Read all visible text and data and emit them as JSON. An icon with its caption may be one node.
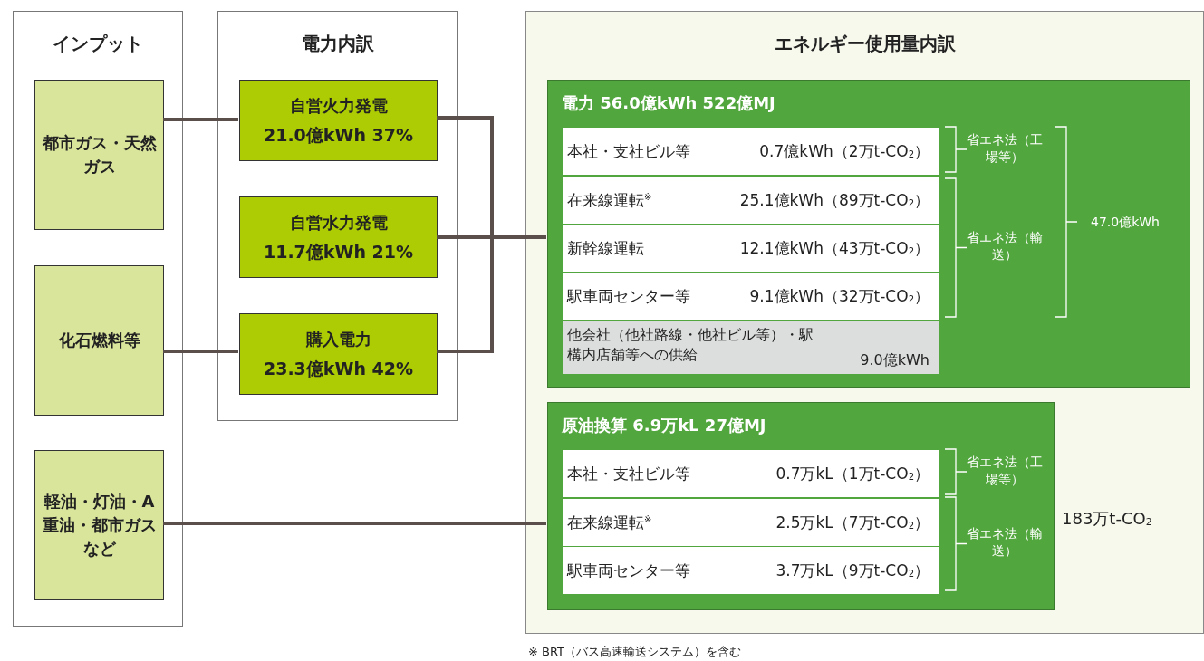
{
  "diagram": {
    "nodes": [
      {
        "text": [
          "インプット"
        ]
      },
      {
        "text": [
          "都市ガス・天然ガス"
        ],
        "in": 0
      },
      {
        "text": [
          "化石燃料等"
        ],
        "in": 0
      },
      {
        "text": [
          "軽油・灯油・A重油・都市ガスなど"
        ],
        "in": 0
      },
      {
        "text": [
          "電力内訳"
        ]
      },
      {
        "text": [
          "自営火力発電",
          "21.0億kWh 37%"
        ],
        "in": 4
      },
      {
        "text": [
          "自営水力発電",
          "11.7億kWh 21%"
        ],
        "in": 4
      },
      {
        "text": [
          "購入電力",
          "23.3億kWh 42%"
        ],
        "in": 4
      },
      {
        "text": [
          "エネルギー使用量内訳"
        ]
      },
      {
        "text": [
          "電力 56.0億kWh 522億MJ"
        ],
        "in": 8
      },
      {
        "text": [
          "本社・支社ビル等",
          "0.7億kWh（2万t-CO$_{2}$）"
        ],
        "in": 9
      },
      {
        "text": [
          "在来線運転$^{※}$",
          "25.1億kWh（89万t-CO$_{2}$）"
        ],
        "in": 9
      },
      {
        "text": [
          "新幹線運転",
          "12.1億kWh（43万t-CO$_{2}$）"
        ],
        "in": 9
      },
      {
        "text": [
          "駅車両センター等",
          "9.1億kWh（32万t-CO$_{2}$）"
        ],
        "in": 9
      },
      {
        "text": [
          "他会社（他社路線・他社ビル等）・駅構内店舗等への供給",
          "9.0億kWh"
        ],
        "in": 9
      },
      {
        "text": [
          "原油換算 6.9万kL 27億MJ"
        ],
        "in": 8
      },
      {
        "text": [
          "本社・支社ビル等",
          "0.7万kL（1万t-CO$_{2}$）"
        ],
        "in": 15
      },
      {
        "text": [
          "在来線運転$^{※}$",
          "2.5万kL（7万t-CO$_{2}$）"
        ],
        "in": 15
      },
      {
        "text": [
          "駅車両センター等",
          "3.7万kL（9万t-CO$_{2}$）"
        ],
        "in": 15
      }
    ],
    "edges": [
      {
        "from": 1,
        "to": 5,
        "arrow": "none"
      },
      {
        "from": 2,
        "to": 7,
        "arrow": "none"
      },
      {
        "from": 5,
        "to": 9,
        "arrow": "none"
      },
      {
        "from": 6,
        "to": 9,
        "arrow": "none"
      },
      {
        "from": 7,
        "to": 9,
        "arrow": "none"
      },
      {
        "from": 3,
        "to": 15,
        "arrow": "none"
      }
    ],
    "labels": [
      "省エネ法（工場等）",
      "省エネ法（輸送）",
      "47.0億kWh",
      "省エネ法（工場等）",
      "省エネ法（輸送）",
      "183万t-CO$_{2}$",
      "※ BRT（バス高速輸送システム）を含む"
    ]
  }
}
